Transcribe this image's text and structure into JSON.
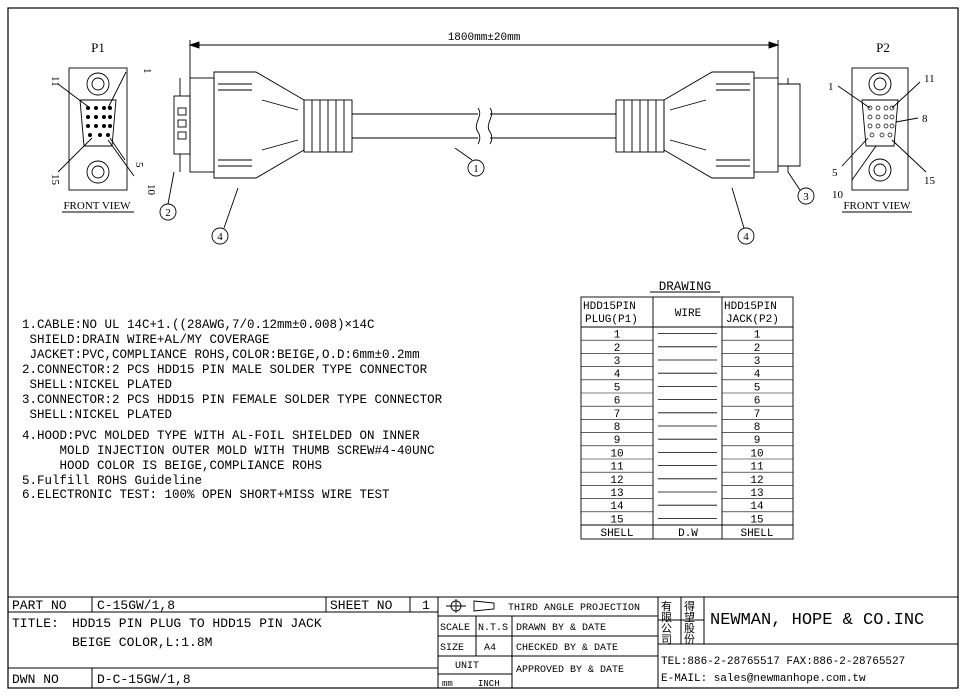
{
  "dimension": "1800mm±20mm",
  "p1": {
    "title": "P1",
    "front_view": "FRONT VIEW",
    "pin_a": "11",
    "pin_b": "1",
    "pin_c": "15",
    "pin_d": "5",
    "pin_e": "10"
  },
  "p2": {
    "title": "P2",
    "front_view": "FRONT VIEW",
    "pin_a": "11",
    "pin_b": "1",
    "pin_c": "8",
    "pin_d": "5",
    "pin_e": "10",
    "pin_f": "15"
  },
  "balloons": [
    "1",
    "2",
    "3",
    "4",
    "4"
  ],
  "notes": [
    "1.CABLE:NO UL 14C+1.((28AWG,7/0.12mm±0.008)×14C",
    " SHIELD:DRAIN WIRE+AL/MY COVERAGE",
    " JACKET:PVC,COMPLIANCE ROHS,COLOR:BEIGE,O.D:6mm±0.2mm",
    "2.CONNECTOR:2 PCS HDD15 PIN MALE SOLDER TYPE CONNECTOR",
    " SHELL:NICKEL PLATED",
    "3.CONNECTOR:2 PCS HDD15 PIN FEMALE SOLDER TYPE CONNECTOR",
    " SHELL:NICKEL PLATED",
    "4.HOOD:PVC MOLDED TYPE WITH AL-FOIL SHIELDED ON INNER",
    "     MOLD INJECTION OUTER MOLD WITH THUMB SCREW#4-40UNC",
    "     HOOD COLOR IS BEIGE,COMPLIANCE ROHS",
    "5.Fulfill ROHS Guideline",
    "6.ELECTRONIC TEST: 100% OPEN SHORT+MISS WIRE TEST"
  ],
  "wiring": {
    "title": "DRAWING",
    "col_left_1": "HDD15PIN",
    "col_left_2": "PLUG(P1)",
    "col_mid": "WIRE",
    "col_right_1": "HDD15PIN",
    "col_right_2": "JACK(P2)",
    "pins": [
      "1",
      "2",
      "3",
      "4",
      "5",
      "6",
      "7",
      "8",
      "9",
      "10",
      "11",
      "12",
      "13",
      "14",
      "15"
    ],
    "shell_left": "SHELL",
    "shell_mid": "D.W",
    "shell_right": "SHELL"
  },
  "title_block": {
    "part_no_label": "PART NO",
    "part_no": "C-15GW/1,8",
    "sheet_label": "SHEET NO",
    "sheet_no": "1",
    "title_label": "TITLE:",
    "title_line1": "HDD15  PIN PLUG TO HDD15 PIN JACK",
    "title_line2": "BEIGE COLOR,L:1.8M",
    "dwn_label": "DWN NO",
    "dwn_no": "D-C-15GW/1,8",
    "projection": "THIRD ANGLE PROJECTION",
    "scale_label": "SCALE",
    "scale": "N.T.S",
    "size_label": "SIZE",
    "size": "A4",
    "unit_label": "UNIT",
    "mm": "mm",
    "inch": "INCH",
    "drawn_by": "DRAWN BY & DATE",
    "checked_by": "CHECKED BY & DATE",
    "approved_by": "APPROVED BY & DATE",
    "seal": [
      "有",
      "得",
      "限",
      "望",
      "公",
      "股",
      "司",
      "份"
    ],
    "company": "NEWMAN, HOPE & CO.INC",
    "tel": "TEL:886-2-28765517 FAX:886-2-28765527",
    "email": "E-MAIL: sales@newmanhope.com.tw"
  }
}
